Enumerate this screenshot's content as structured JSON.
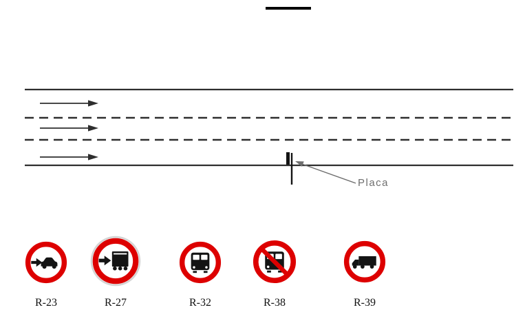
{
  "figure": {
    "road": {
      "lanes": 3,
      "direction": "right",
      "sign_callout_label": "Placa"
    },
    "signs": [
      {
        "id": "R-23",
        "icon": "no-overtaking-car-icon"
      },
      {
        "id": "R-27",
        "icon": "no-overtaking-truck-icon"
      },
      {
        "id": "R-32",
        "icon": "bus-prohibition-icon"
      },
      {
        "id": "R-38",
        "icon": "no-buses-icon"
      },
      {
        "id": "R-39",
        "icon": "truck-prohibition-icon"
      }
    ],
    "colors": {
      "prohibition_red": "#dd0000",
      "road_line": "#2e2e2e",
      "callout_gray": "#6e6e6e"
    }
  }
}
